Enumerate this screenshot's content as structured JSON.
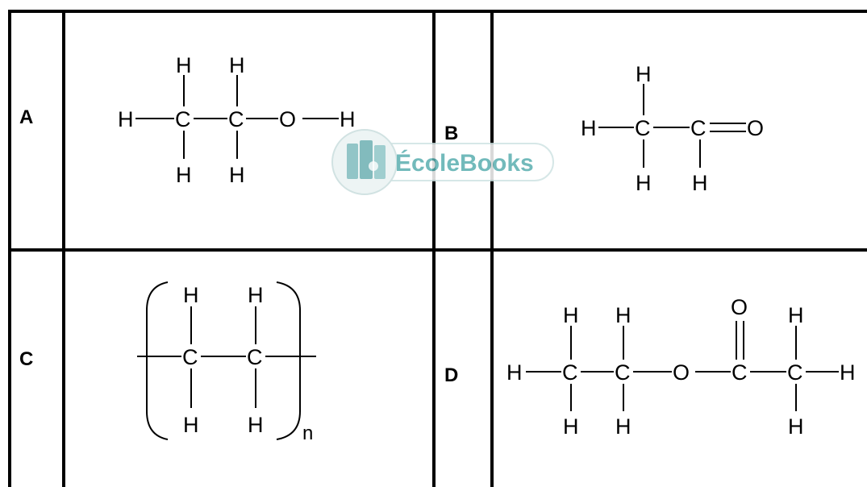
{
  "cells": [
    {
      "label": "A",
      "formula": "CH3CH2OH"
    },
    {
      "label": "B",
      "formula": "CH3CHO"
    },
    {
      "label": "C",
      "formula": "(CH2CH2)n"
    },
    {
      "label": "D",
      "formula": "CH3CH2OCOCH3"
    }
  ],
  "atoms": {
    "h": "H",
    "c": "C",
    "o": "O",
    "n": "n"
  },
  "watermark": {
    "text": "ÉcoleBooks",
    "color": "#5aaeb0"
  }
}
